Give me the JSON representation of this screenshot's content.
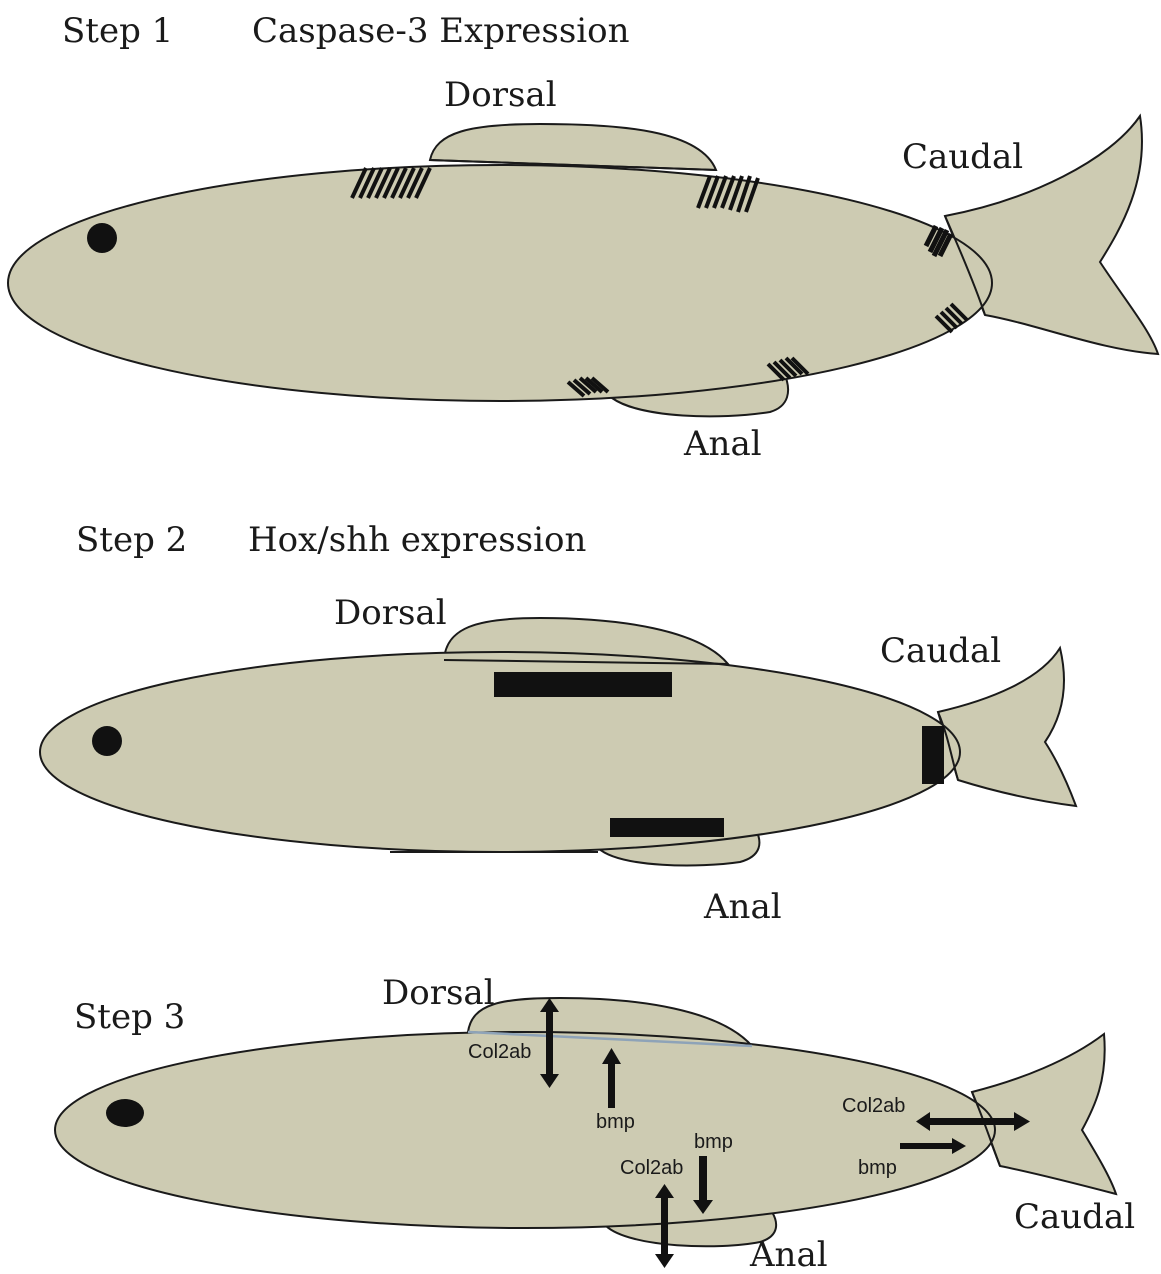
{
  "step1": {
    "step_label": "Step 1",
    "title": "Caspase-3 Expression",
    "dorsal": "Dorsal",
    "caudal": "Caudal",
    "anal": "Anal"
  },
  "step2": {
    "step_label": "Step 2",
    "title": "Hox/shh expression",
    "dorsal": "Dorsal",
    "caudal": "Caudal",
    "anal": "Anal"
  },
  "step3": {
    "step_label": "Step 3",
    "dorsal": "Dorsal",
    "caudal": "Caudal",
    "anal": "Anal",
    "dorsal_col2ab": "Col2ab",
    "dorsal_bmp": "bmp",
    "anal_bmp": "bmp",
    "anal_col2ab": "Col2ab",
    "caudal_col2ab": "Col2ab",
    "caudal_bmp": "bmp"
  },
  "colors": {
    "body": "#cdcbb2",
    "outline": "#1a1a1a",
    "marker": "#111111"
  }
}
